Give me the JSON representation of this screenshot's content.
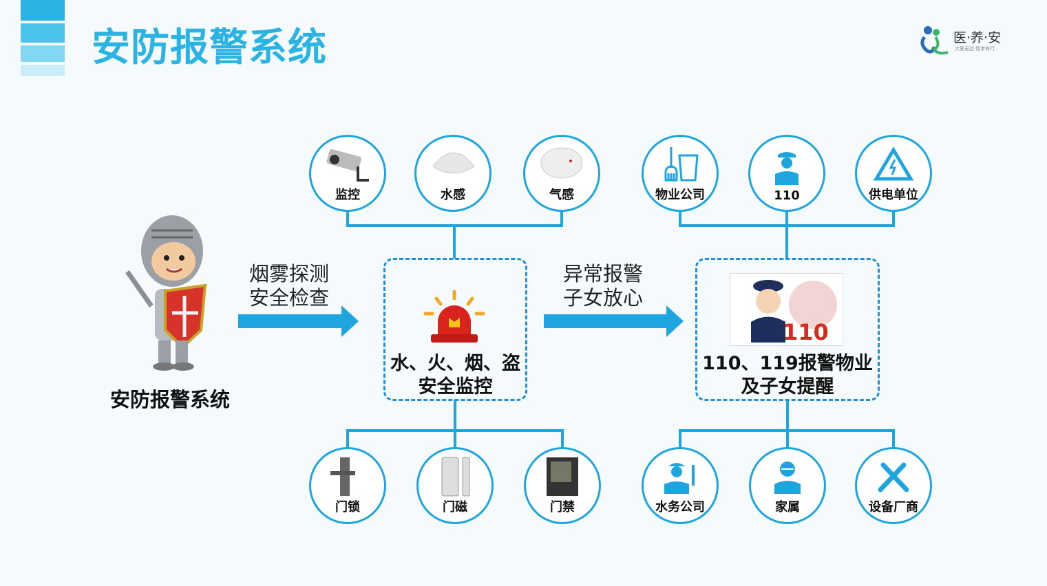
{
  "header": {
    "title": "安防报警系统",
    "logo": {
      "name": "医·养·安",
      "slogan": "大爱无边 智孝有行"
    }
  },
  "mascot": {
    "caption": "安防报警系统"
  },
  "arrow1": {
    "line1": "烟雾探测",
    "line2": "安全检查"
  },
  "arrow2": {
    "line1": "异常报警",
    "line2": "子女放心"
  },
  "center_box": {
    "line1": "水、火、烟、盗",
    "line2": "安全监控"
  },
  "right_box": {
    "line1": "110、119报警物业",
    "line2": "及子女提醒",
    "badge": "110"
  },
  "sensors_top": [
    "监控",
    "水感",
    "气感"
  ],
  "receivers_top": [
    "物业公司",
    "110",
    "供电单位"
  ],
  "devices_bottom": [
    "门锁",
    "门磁",
    "门禁"
  ],
  "receivers_bottom": [
    "水务公司",
    "家属",
    "设备厂商"
  ],
  "colors": {
    "accent": "#1ea5e0",
    "title": "#2bb3e4"
  }
}
